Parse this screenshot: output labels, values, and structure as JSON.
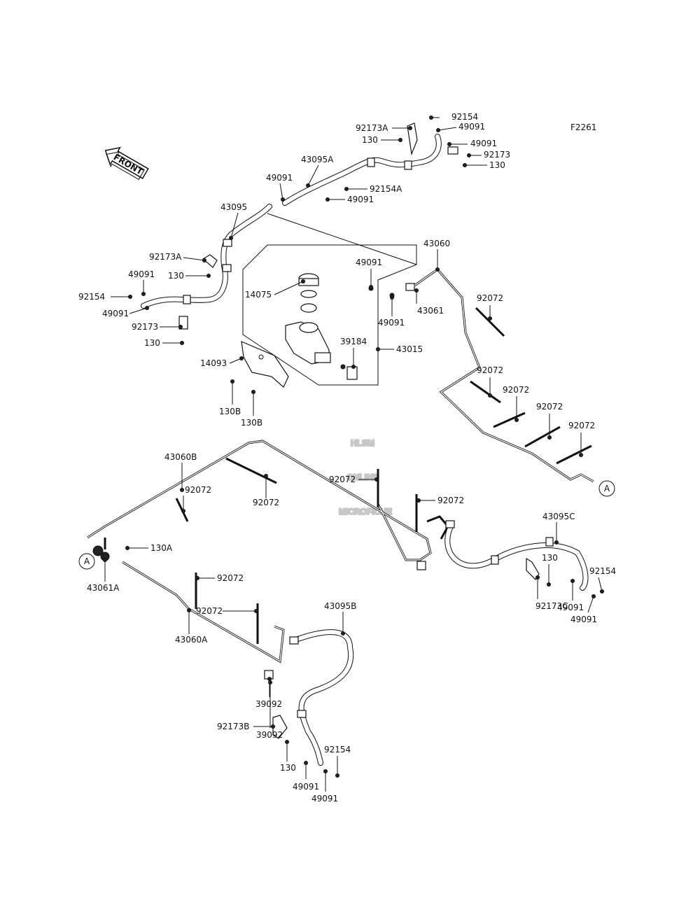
{
  "diagram": {
    "figure_code": "F2261",
    "front_arrow_label": "FRONT",
    "watermark": [
      "HLSM",
      "ONLINE",
      "MICROFICHE"
    ],
    "connector_labels": [
      "A",
      "A"
    ],
    "labels": [
      "92154",
      "49091",
      "92173A",
      "130",
      "49091",
      "92173",
      "130",
      "43095A",
      "92154A",
      "49091",
      "49091",
      "43095",
      "92173A",
      "130",
      "49091",
      "92154",
      "49091",
      "92173",
      "130",
      "14075",
      "49091",
      "43061",
      "49091",
      "43060",
      "39184",
      "43015",
      "14093",
      "130B",
      "130B",
      "92072",
      "92072",
      "92072",
      "92072",
      "92072",
      "43060B",
      "92072",
      "92072",
      "92072",
      "92072",
      "130A",
      "43061A",
      "92072",
      "92072",
      "43060A",
      "39092",
      "43095C",
      "130",
      "92154",
      "92173C",
      "49091",
      "49091",
      "43095B",
      "39092",
      "92173B",
      "130",
      "92154",
      "49091",
      "49091"
    ]
  }
}
